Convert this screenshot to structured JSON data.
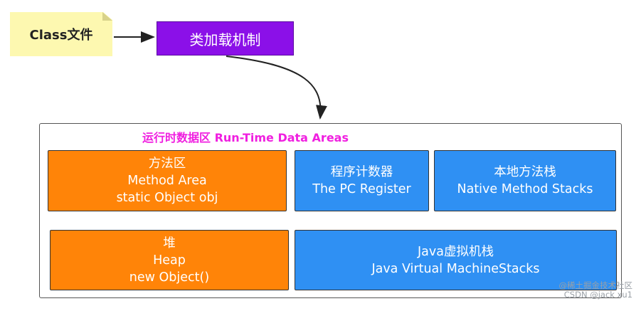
{
  "class_file": "Class文件",
  "class_loader": "类加载机制",
  "runtime_area_title": "运行时数据区 Run-Time Data Areas",
  "method_area": [
    "方法区",
    "Method Area",
    "static Object obj"
  ],
  "pc_register": [
    "程序计数器",
    "The PC Register"
  ],
  "native_stacks": [
    "本地方法栈",
    "Native Method Stacks"
  ],
  "heap": [
    "堆",
    "Heap",
    "new Object()"
  ],
  "jvm_stacks": [
    "Java虚拟机栈",
    "Java Virtual MachineStacks"
  ],
  "watermark": [
    "@稀土掘金技术社区",
    "CSDN @jack xu1"
  ],
  "colors": {
    "note": "#fdf8b0",
    "loader": "#8b10e8",
    "title": "#f01fe0",
    "orange": "#ff8408",
    "blue": "#2f90f3",
    "pointer": "#f01fe0"
  }
}
